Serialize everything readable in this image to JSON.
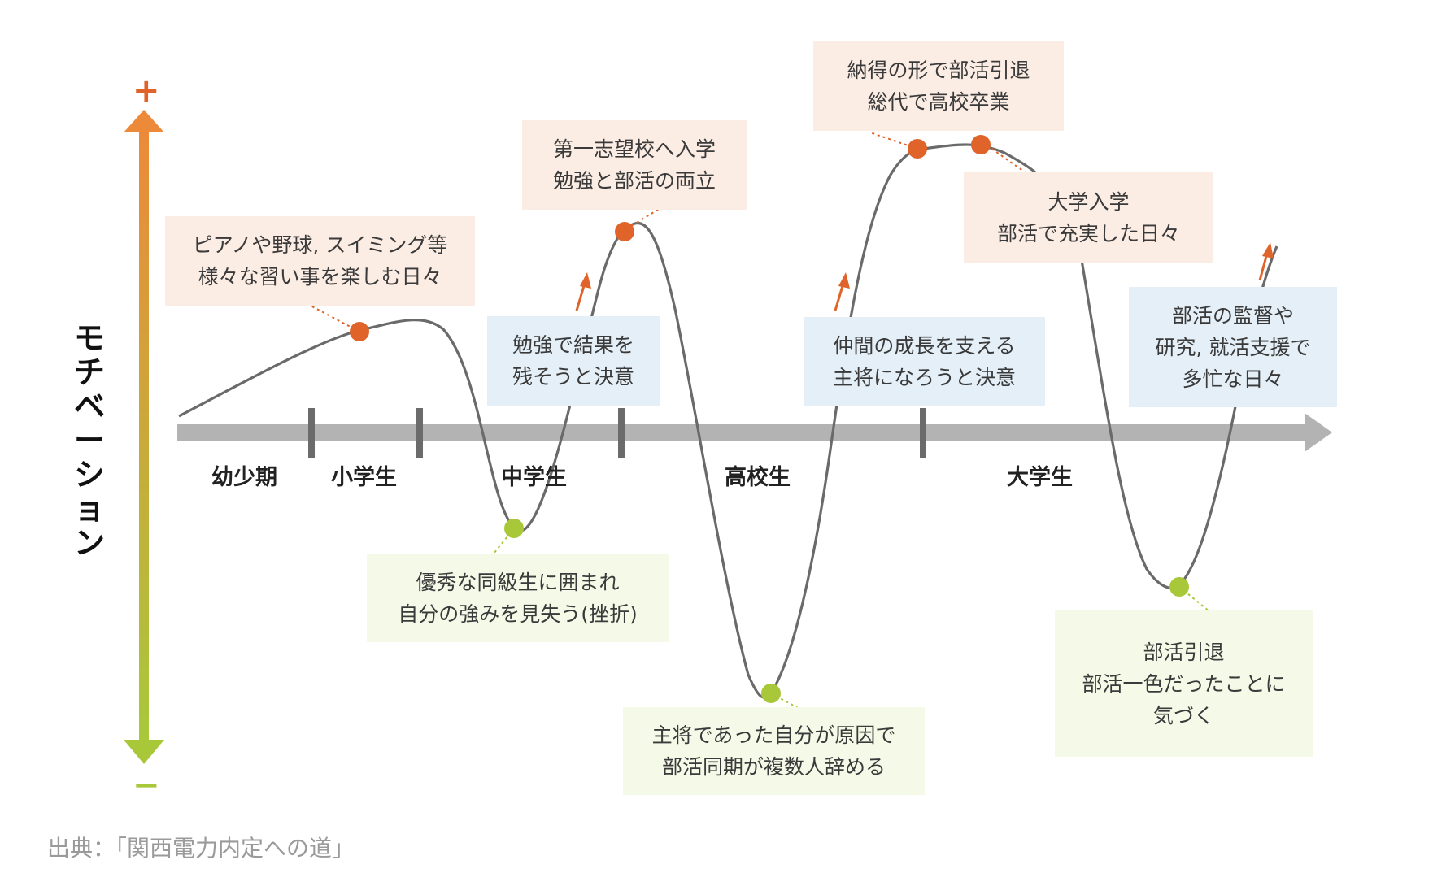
{
  "axis": {
    "title_chars": [
      "モ",
      "チ",
      "ベ",
      "ー",
      "シ",
      "ョ",
      "ン"
    ],
    "plus": "+",
    "minus": "−",
    "top_color": "#ec8a3a",
    "bottom_color": "#a8c83a"
  },
  "periods": [
    "幼少期",
    "小学生",
    "中学生",
    "高校生",
    "大学生"
  ],
  "events": {
    "childhood": [
      "ピアノや野球, スイミング等",
      "様々な習い事を楽しむ日々"
    ],
    "jhs_setback": [
      "優秀な同級生に囲まれ",
      "自分の強みを見失う(挫折)"
    ],
    "jhs_decision": [
      "勉強で結果を",
      "残そうと決意"
    ],
    "hs_entry": [
      "第一志望校へ入学",
      "勉強と部活の両立"
    ],
    "hs_setback": [
      "主将であった自分が原因で",
      "部活同期が複数人辞める"
    ],
    "hs_decision": [
      "仲間の成長を支える",
      "主将になろうと決意"
    ],
    "hs_retire": [
      "納得の形で部活引退",
      "総代で高校卒業"
    ],
    "uni_entry": [
      "大学入学",
      "部活で充実した日々"
    ],
    "uni_setback": [
      "部活引退",
      "部活一色だったことに",
      "気づく"
    ],
    "uni_busy": [
      "部活の監督や",
      "研究, 就活支援で",
      "多忙な日々"
    ]
  },
  "colors": {
    "high_point": "#e0632a",
    "low_point": "#a8c83a",
    "curve": "#6a6a6a",
    "timeline": "#b3b3b3",
    "arrow_up": "#e0632a"
  },
  "source": "出典：「関西電力内定への道」"
}
